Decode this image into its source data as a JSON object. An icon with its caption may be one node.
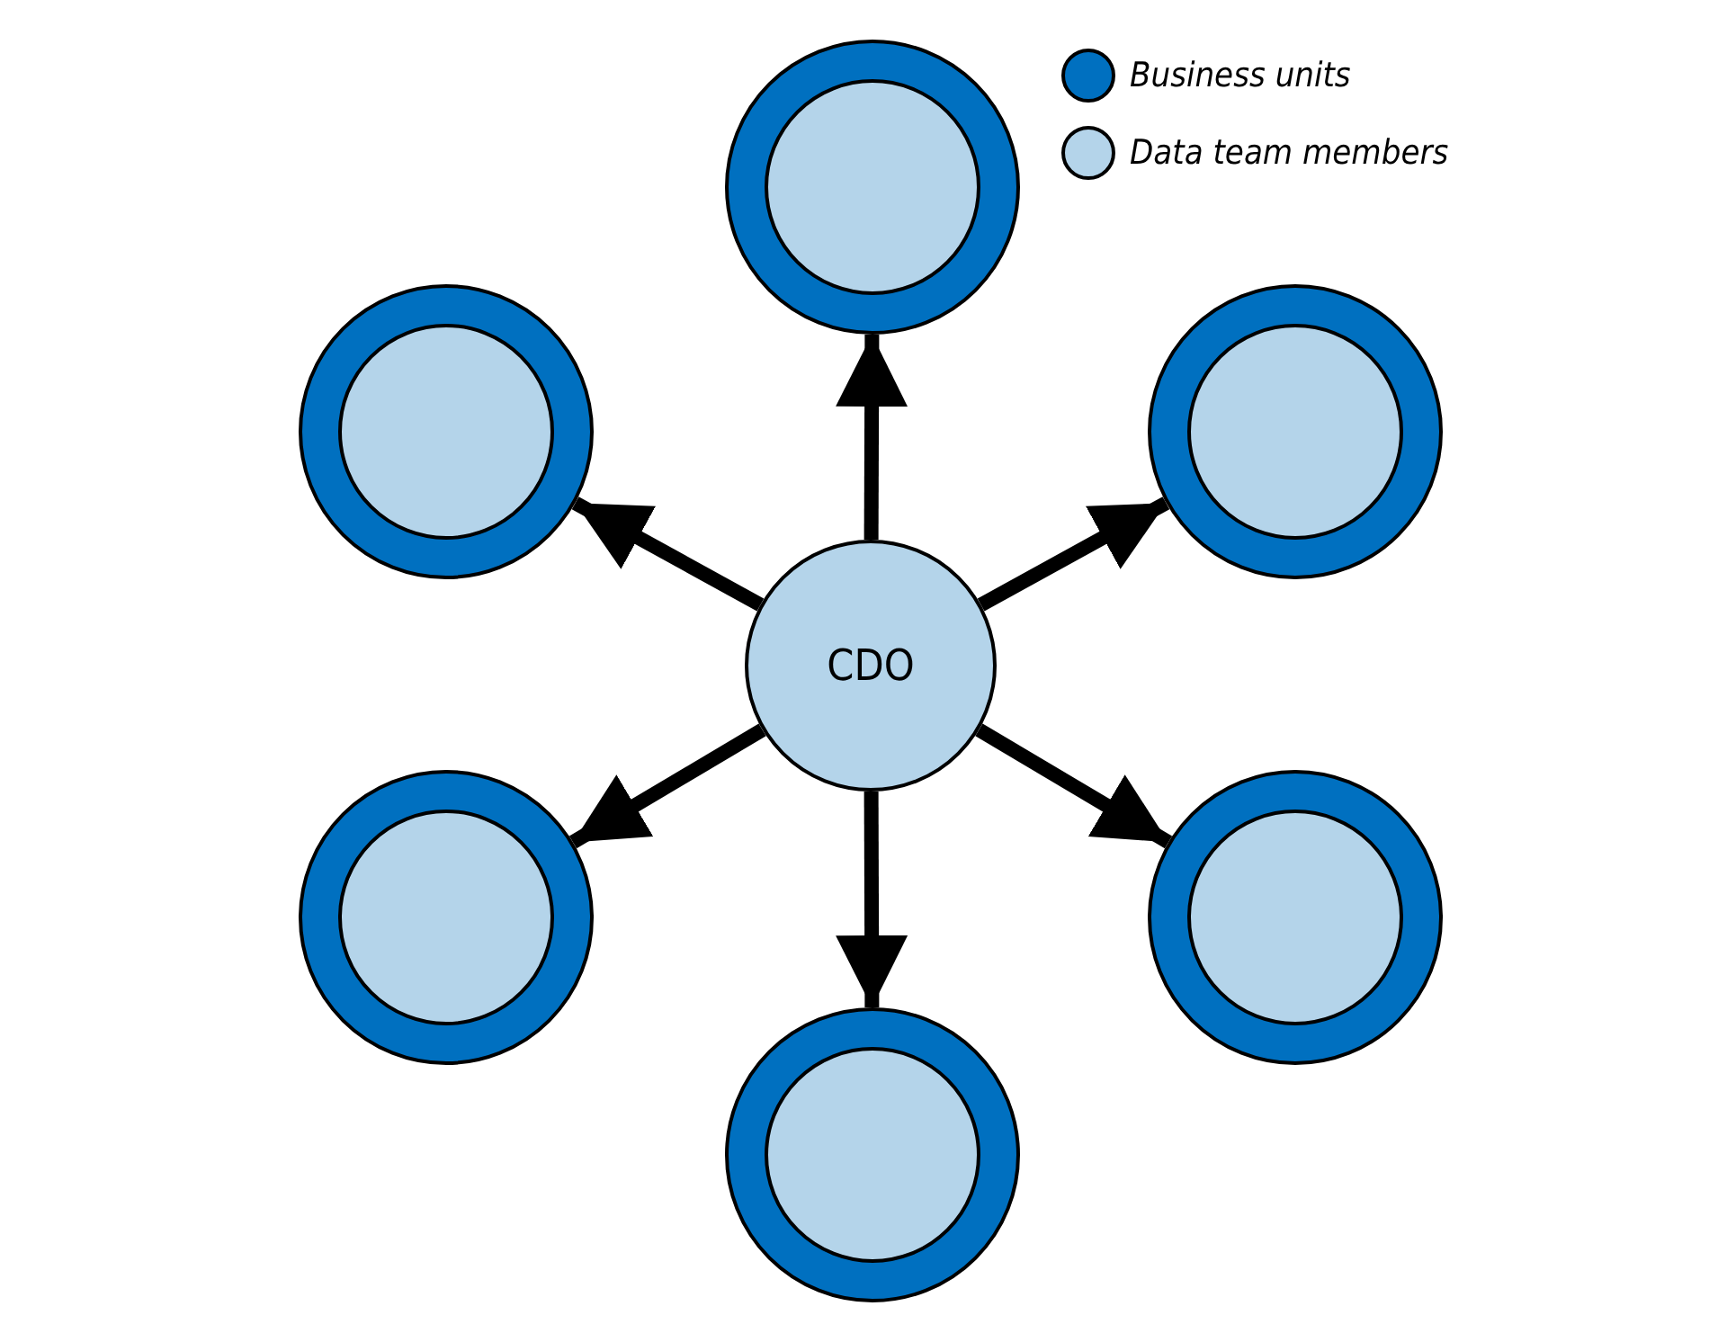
{
  "diagram": {
    "nodes": [
      {
        "text": [],
        "shape": "circle"
      },
      {
        "text": [],
        "shape": "circle",
        "in": 0
      },
      {
        "text": [],
        "shape": "circle"
      },
      {
        "text": [],
        "shape": "circle",
        "in": 2
      },
      {
        "text": [],
        "shape": "circle"
      },
      {
        "text": [],
        "shape": "circle",
        "in": 4
      },
      {
        "text": [
          "CDO"
        ]
      },
      {
        "text": [],
        "shape": "circle"
      },
      {
        "text": [],
        "shape": "circle",
        "in": 7
      },
      {
        "text": [],
        "shape": "circle"
      },
      {
        "text": [],
        "shape": "circle",
        "in": 9
      },
      {
        "text": [],
        "shape": "circle"
      },
      {
        "text": [],
        "shape": "circle",
        "in": 11
      }
    ],
    "edges": [
      {
        "from": 6,
        "to": 0,
        "arrow": "to"
      },
      {
        "from": 6,
        "to": 2,
        "arrow": "to"
      },
      {
        "from": 6,
        "to": 4,
        "arrow": "to"
      },
      {
        "from": 6,
        "to": 7,
        "arrow": "to"
      },
      {
        "from": 6,
        "to": 9,
        "arrow": "to"
      },
      {
        "from": 6,
        "to": 11,
        "arrow": "to"
      }
    ],
    "legend": [
      {
        "text": "Business units",
        "color": "#0070c0"
      },
      {
        "text": "Data team members",
        "color": "#b4d4ea"
      }
    ]
  }
}
